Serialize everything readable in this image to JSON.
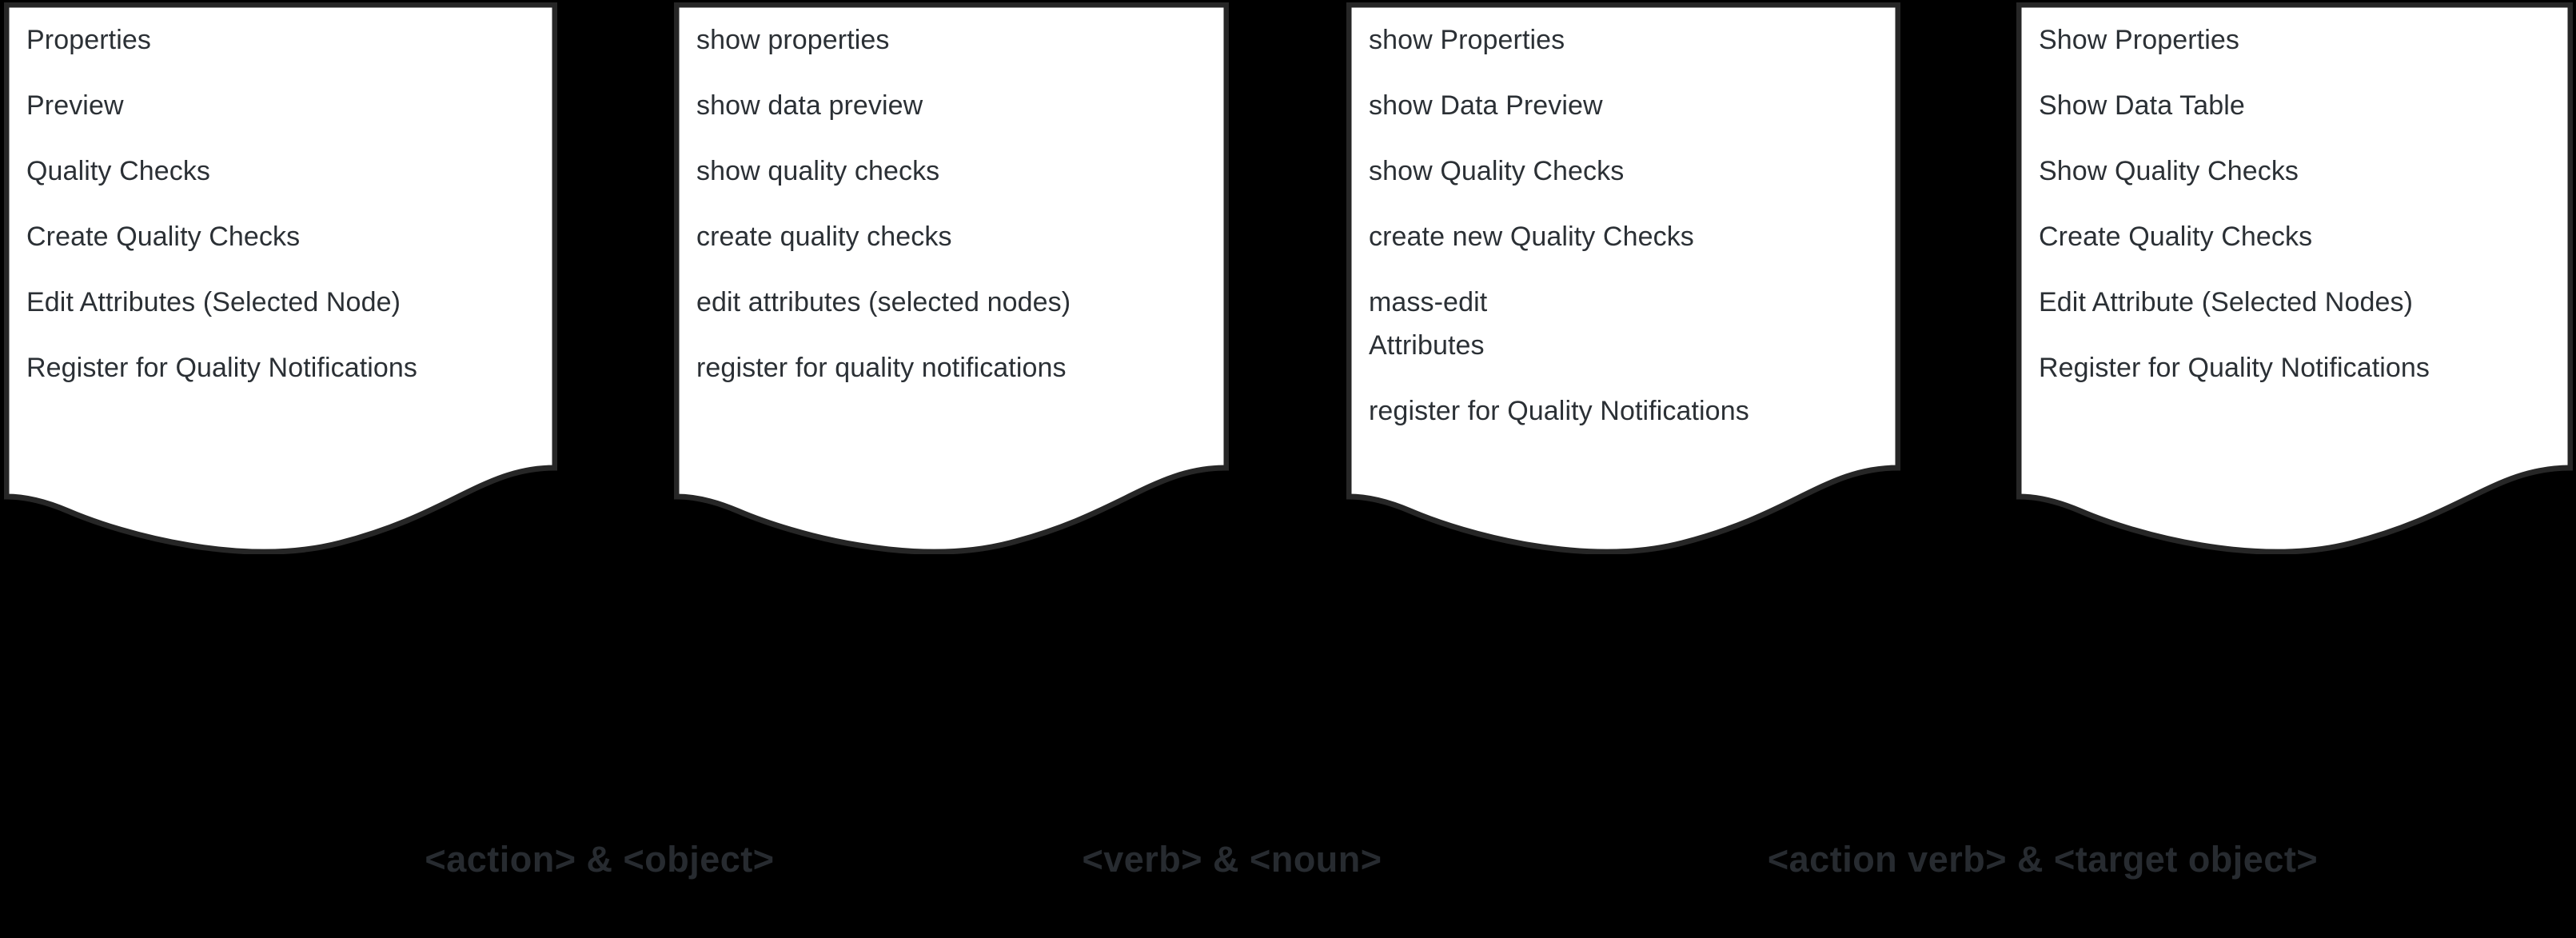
{
  "background_color": "#000000",
  "card_color": "#ffffff",
  "card_border_color": "#262626",
  "text_color": "#2b3035",
  "caption_color": "#272b30",
  "cards": [
    {
      "name": "variant-1-title-case-nouns",
      "items": [
        "Properties",
        "Preview",
        "Quality Checks",
        "Create Quality Checks",
        "Edit Attributes (Selected Node)",
        "Register for Quality Notifications"
      ]
    },
    {
      "name": "variant-2-lowercase-verb-noun",
      "items": [
        "show properties",
        "show data preview",
        "show quality checks",
        "create quality checks",
        "edit attributes (selected nodes)",
        "register for quality notifications"
      ]
    },
    {
      "name": "variant-3-lowercase-verb-title-noun",
      "items": [
        "show Properties",
        "show Data Preview",
        "show Quality Checks",
        "create new Quality Checks",
        "mass-edit\nAttributes",
        "register for Quality Notifications"
      ]
    },
    {
      "name": "variant-4-title-case-verb-noun",
      "items": [
        "Show Properties",
        "Show Data Table",
        "Show Quality Checks",
        "Create Quality Checks",
        "Edit Attribute (Selected Nodes)",
        "Register for Quality Notifications"
      ]
    }
  ],
  "captions": [
    "<action> & <object>",
    "<verb> & <noun>",
    "<action verb> & <target object>"
  ]
}
